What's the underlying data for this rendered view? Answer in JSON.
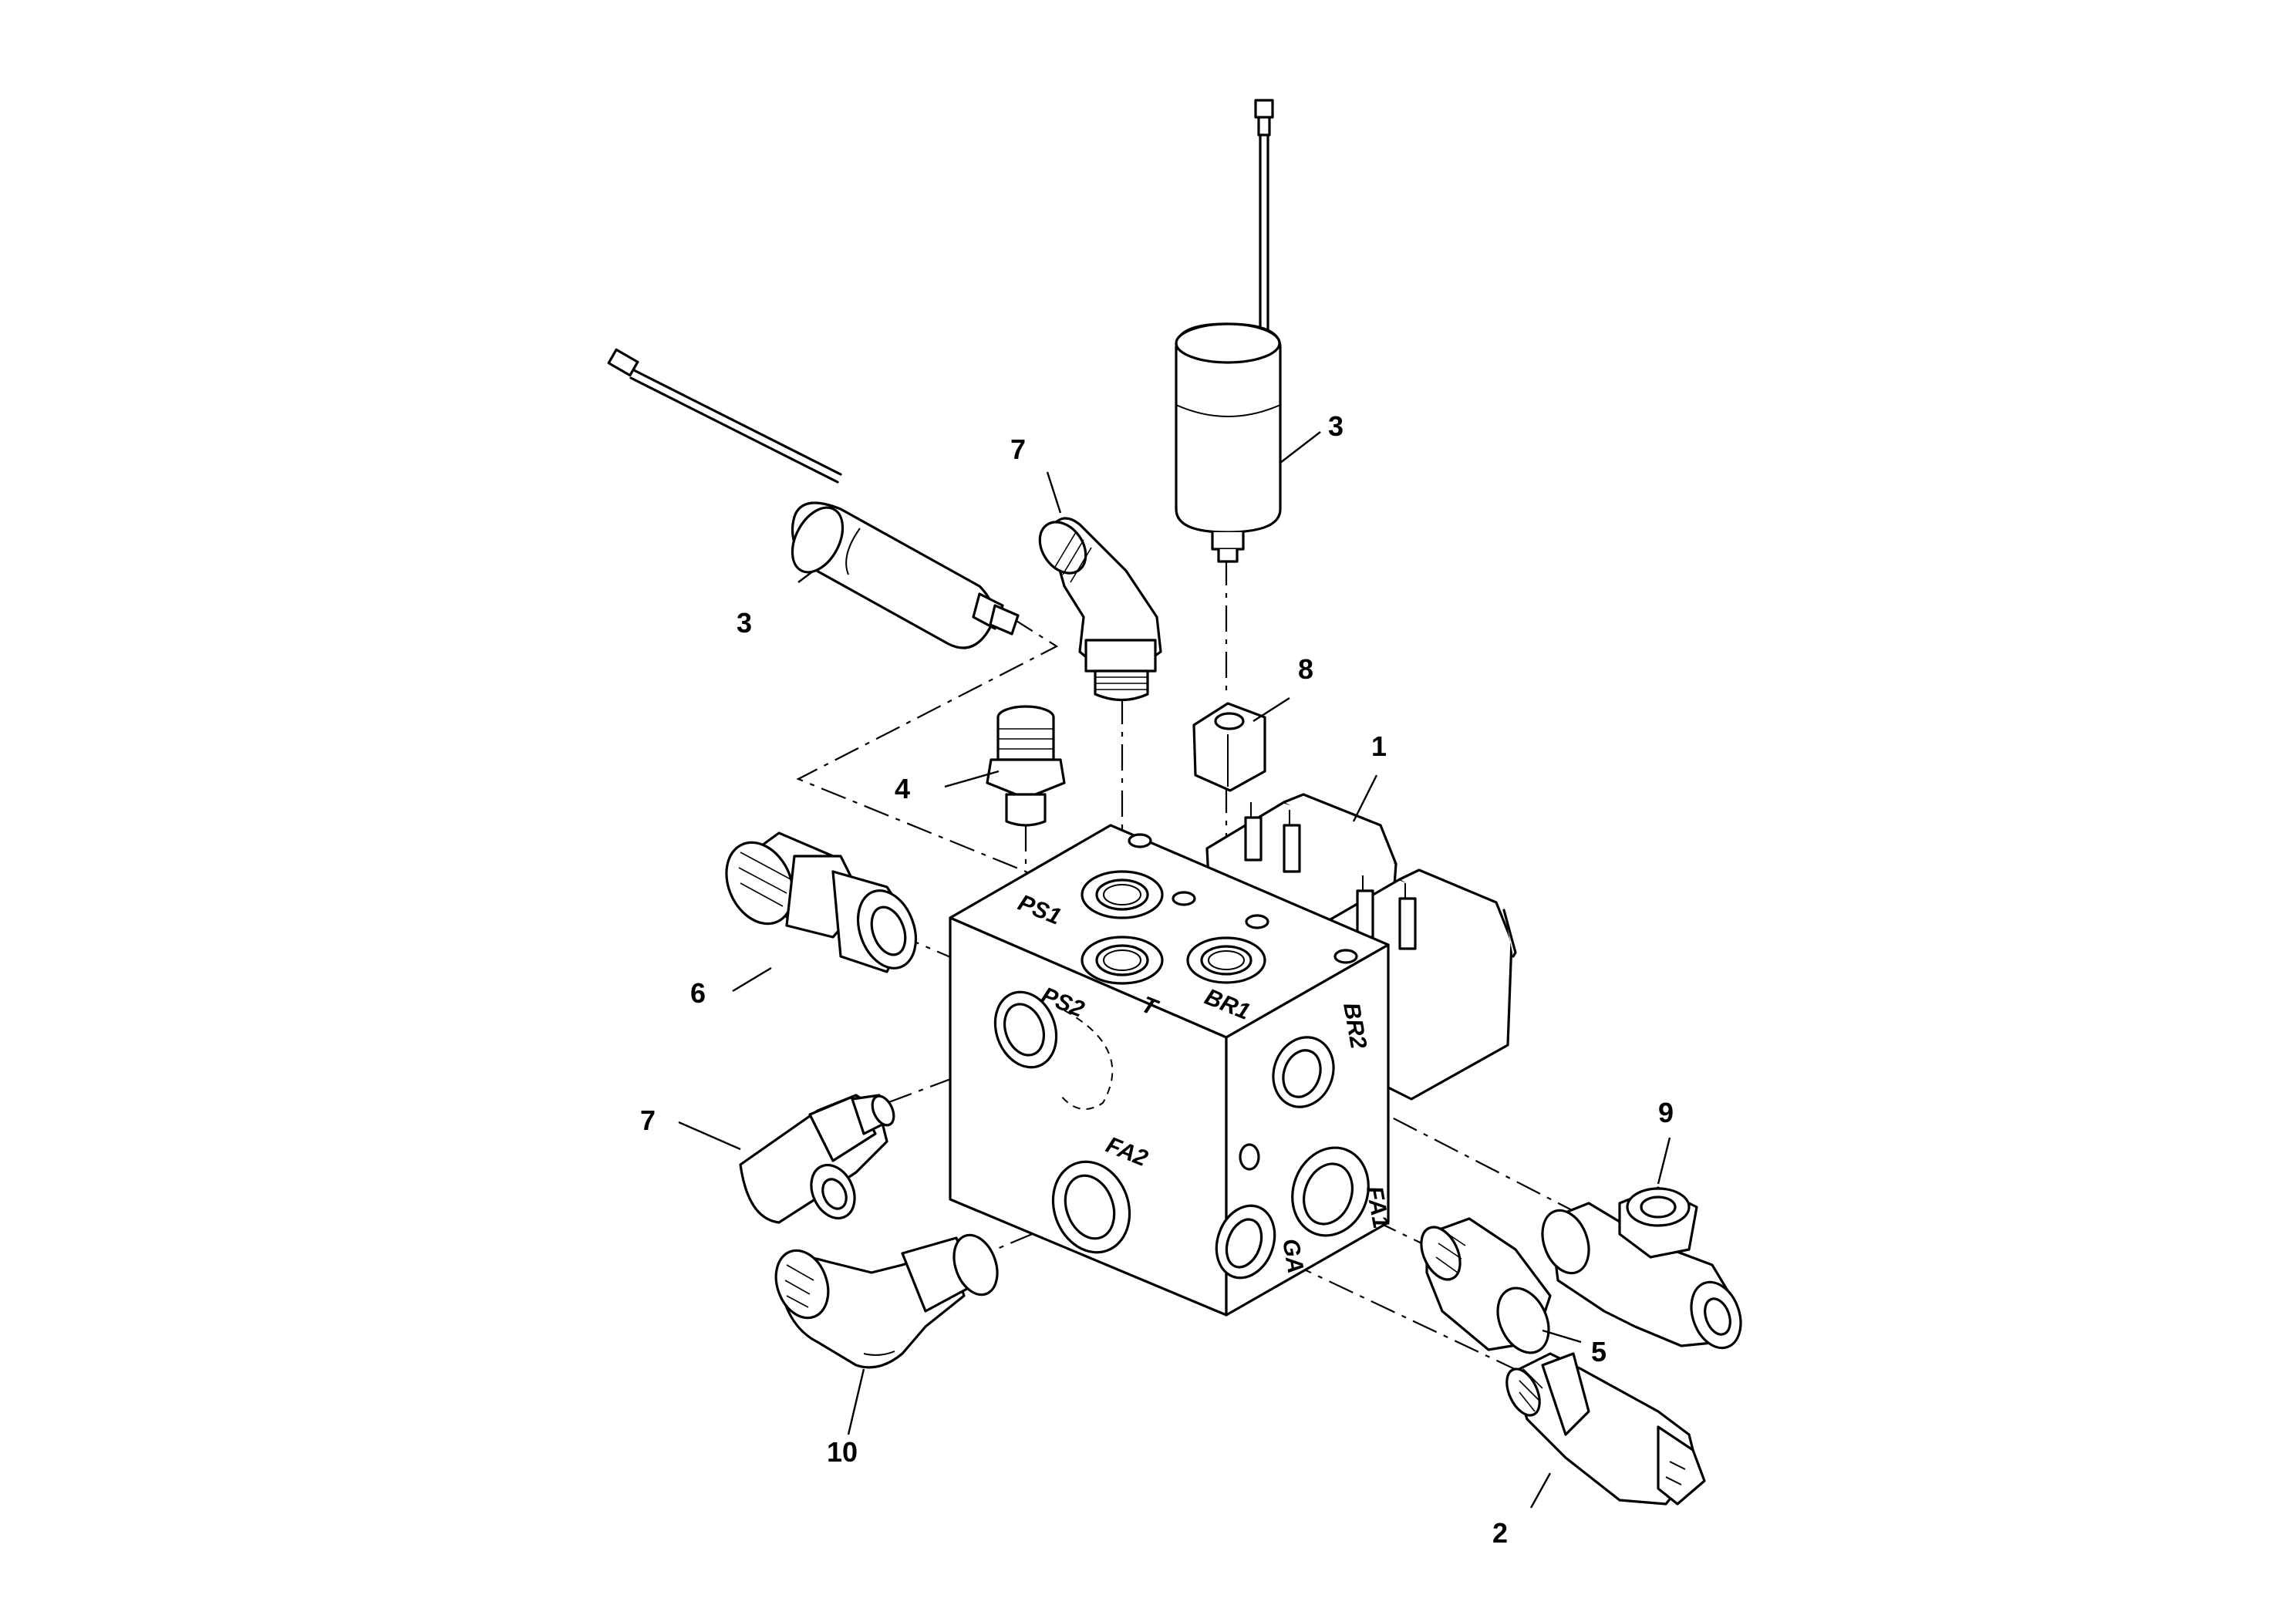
{
  "diagram": {
    "type": "exploded-parts-view",
    "callouts": {
      "c1": "1",
      "c2": "2",
      "c3a": "3",
      "c3b": "3",
      "c4": "4",
      "c5": "5",
      "c6": "6",
      "c7a": "7",
      "c7b": "7",
      "c8": "8",
      "c9": "9",
      "c10": "10"
    },
    "ports": {
      "ps1": "PS1",
      "t": "T",
      "br1": "BR1",
      "ps2": "PS2",
      "br2": "BR2",
      "fa2": "FA2",
      "fa1": "FA1",
      "ga": "GA"
    }
  }
}
